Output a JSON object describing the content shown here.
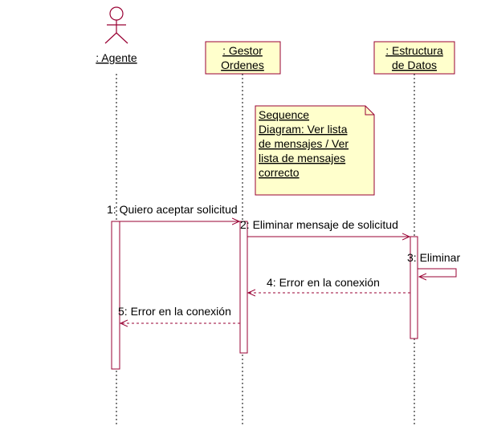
{
  "participants": [
    {
      "id": "agente",
      "label": ": Agente",
      "kind": "actor"
    },
    {
      "id": "gestor",
      "label_lines": [
        ": Gestor",
        "Ordenes"
      ],
      "kind": "object"
    },
    {
      "id": "estructura",
      "label_lines": [
        ": Estructura",
        "de Datos"
      ],
      "kind": "object"
    }
  ],
  "note": {
    "lines": [
      "Sequence ",
      "Diagram: Ver lista",
      "de mensajes / Ver ",
      "lista de mensajes ",
      "correcto"
    ]
  },
  "messages": [
    {
      "label": "1: Quiero aceptar solicitud",
      "from": "agente",
      "to": "gestor",
      "kind": "call"
    },
    {
      "label": "2: Eliminar mensaje de solicitud",
      "from": "gestor",
      "to": "estructura",
      "kind": "call"
    },
    {
      "label": "3: Eliminar",
      "from": "estructura",
      "to": "estructura",
      "kind": "self"
    },
    {
      "label": "4: Error en la conexión",
      "from": "estructura",
      "to": "gestor",
      "kind": "return"
    },
    {
      "label": "5: Error en la conexión",
      "from": "gestor",
      "to": "agente",
      "kind": "return"
    }
  ],
  "colors": {
    "border": "#990033",
    "box_fill": "#ffffcc",
    "lifeline": "#000000"
  }
}
